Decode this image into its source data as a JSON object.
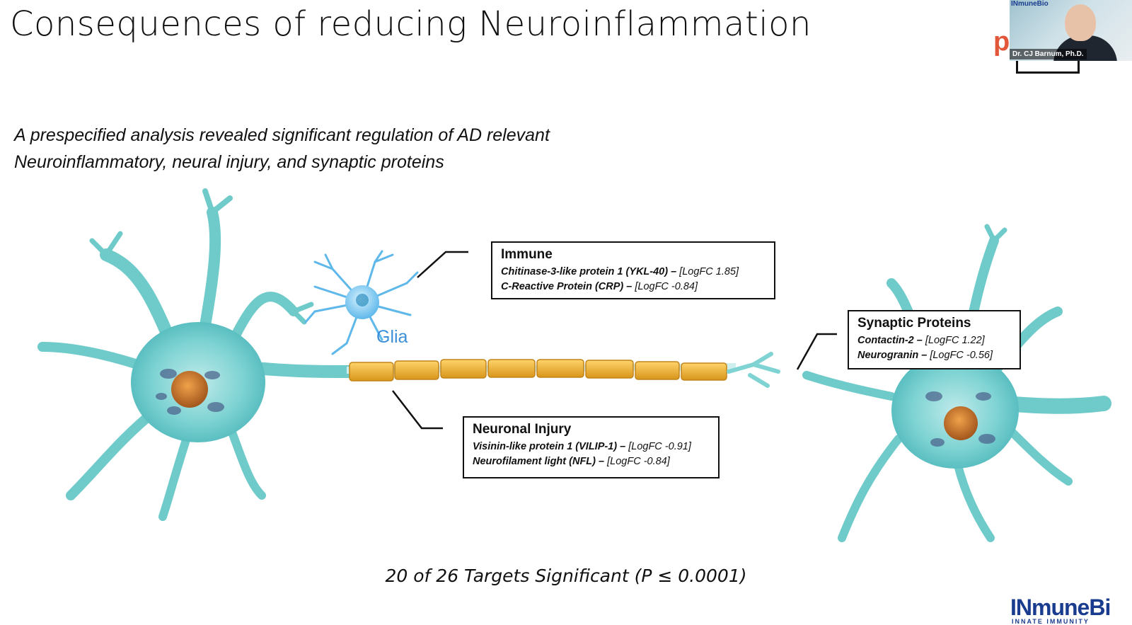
{
  "slide": {
    "title": "Consequences of reducing Neuroinflammation",
    "subtitle_line1": "A prespecified analysis revealed significant regulation of AD relevant",
    "subtitle_line2": "Neuroinflammatory, neural injury, and synaptic proteins",
    "glia_label": "Glia",
    "footer": "20 of 26 Targets Significant (P ≤ 0.0001)"
  },
  "immune": {
    "heading": "Immune",
    "rows": [
      {
        "name": "Chitinase-3-like protein 1 (YKL-40) –",
        "value": " [LogFC 1.85]"
      },
      {
        "name": "C-Reactive Protein  (CRP) –",
        "value": " [LogFC -0.84]"
      }
    ]
  },
  "synaptic": {
    "heading": "Synaptic Proteins",
    "rows": [
      {
        "name": "Contactin-2 –",
        "value": " [LogFC 1.22]"
      },
      {
        "name": "Neurogranin –",
        "value": " [LogFC -0.56]"
      }
    ]
  },
  "injury": {
    "heading": "Neuronal Injury",
    "rows": [
      {
        "name": "Visinin-like protein 1 (VILIP-1) –",
        "value": " [LogFC -0.91]"
      },
      {
        "name": "Neurofilament light (NFL) –",
        "value": " [LogFC -0.84]"
      }
    ]
  },
  "video": {
    "presenter_name": "Dr. CJ Barnum, Ph.D.",
    "mini_logo": "INmuneBio",
    "side_letter": "p"
  },
  "logo": {
    "text": "INmuneBi",
    "tagline": "INNATE IMMUNITY"
  },
  "colors": {
    "neuron": "#7fd3d3",
    "myelin": "#f0b429",
    "glia": "#5fb8ea",
    "accent": "#1a3c8f"
  }
}
